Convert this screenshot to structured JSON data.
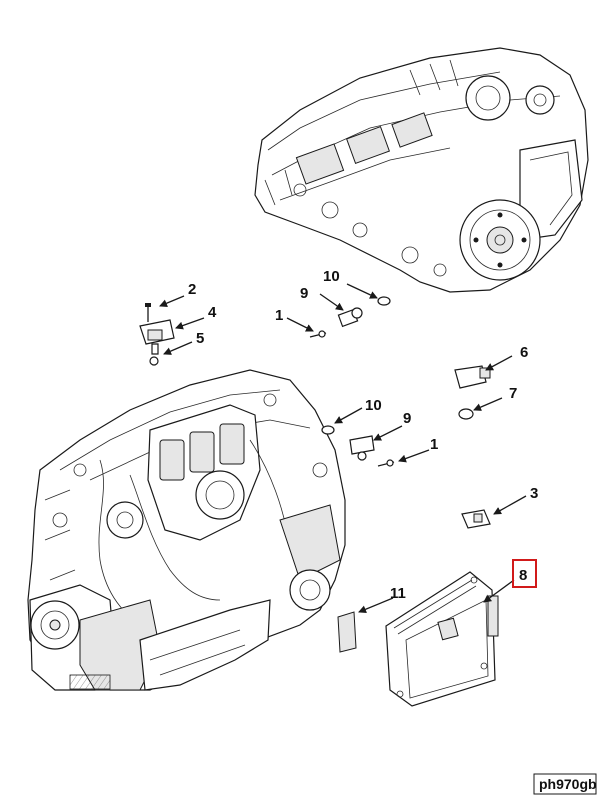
{
  "diagram": {
    "reference_code": "ph970gb",
    "highlighted_callout": "8",
    "highlight_color": "#d11a1a",
    "callouts": {
      "c1a": "1",
      "c1b": "1",
      "c2": "2",
      "c3": "3",
      "c4": "4",
      "c5": "5",
      "c6": "6",
      "c7": "7",
      "c8": "8",
      "c9a": "9",
      "c9b": "9",
      "c10a": "10",
      "c10b": "10",
      "c11": "11"
    }
  }
}
